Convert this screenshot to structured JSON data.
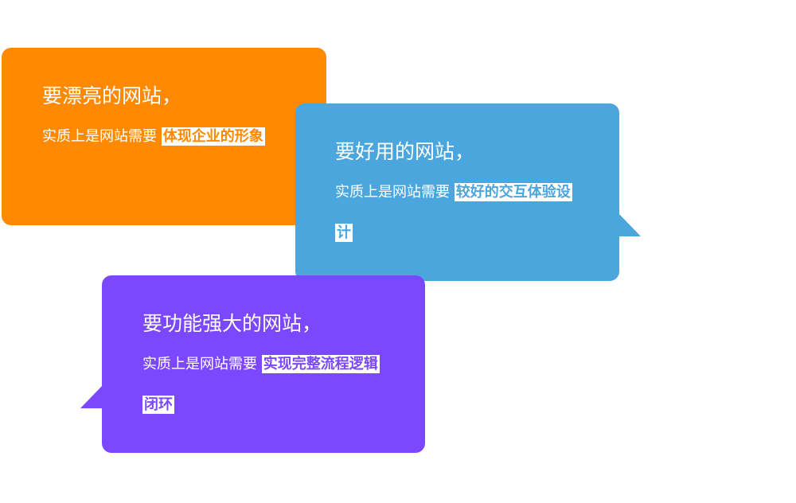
{
  "colors": {
    "orange": "#FF8900",
    "blue": "#4AA6DD",
    "purple": "#7B48FF"
  },
  "bubbles": [
    {
      "heading": "要漂亮的网站，",
      "prefix": "实质上是网站需要",
      "highlight": "体现企业的形象"
    },
    {
      "heading": "要好用的网站，",
      "prefix": "实质上是网站需要",
      "highlight": "较好的交互体验设计"
    },
    {
      "heading": "要功能强大的网站，",
      "prefix": "实质上是网站需要",
      "highlight": "实现完整流程逻辑闭环"
    }
  ]
}
